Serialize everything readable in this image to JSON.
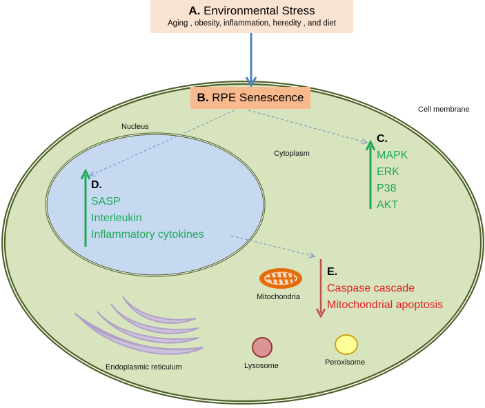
{
  "boxes": {
    "a": {
      "letter": "A.",
      "title": "Environmental Stress",
      "subtitle": "Aging , obesity, inflammation, heredity , and diet"
    },
    "b": {
      "letter": "B.",
      "title": "RPE Senescence"
    }
  },
  "labels": {
    "cell_membrane": "Cell membrane",
    "nucleus": "Nucleus",
    "cytoplasm": "Cytoplasm",
    "mitochondria": "Mitochondria",
    "endoplasmic_reticulum": "Endoplasmic reticulum",
    "lysosome": "Lysosome",
    "peroxisome": "Peroxisome"
  },
  "groups": {
    "c": {
      "letter": "C.",
      "direction": "up",
      "items": [
        "MAPK",
        "ERK",
        "P38",
        "AKT"
      ]
    },
    "d": {
      "letter": "D.",
      "direction": "up",
      "items": [
        "SASP",
        "Interleukin",
        "Inflammatory cytokines"
      ]
    },
    "e": {
      "letter": "E.",
      "direction": "down",
      "items": [
        "Caspase cascade",
        "Mitochondrial apoptosis"
      ]
    }
  },
  "colors": {
    "cell_fill": "#d8e4bd",
    "membrane": "#4f6228",
    "nucleus_fill": "#c6d9f0",
    "box_a": "#fbe3d1",
    "box_b": "#f8b98f",
    "arrow_blue": "#4f81bd",
    "up_green": "#1fa758",
    "down_red": "#c0504d",
    "text_red": "#e31e24",
    "er": "#ccc0da",
    "mito": "#e46c0a",
    "lysosome": "#d99594",
    "peroxisome": "#ffff99"
  }
}
